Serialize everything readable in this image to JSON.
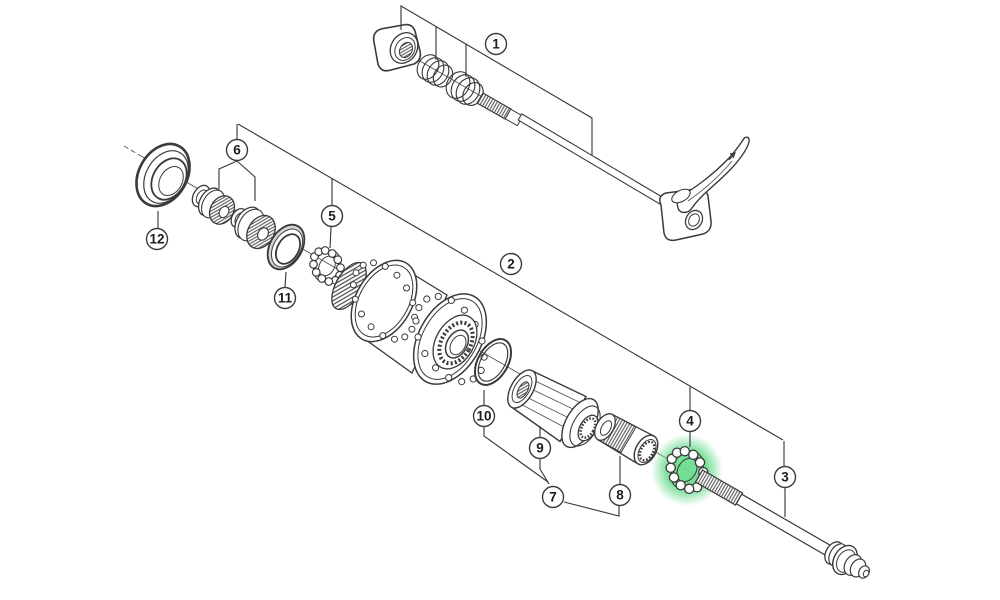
{
  "diagram": {
    "background_color": "#ffffff",
    "line_color": "#3a3a3a",
    "highlight_color": "#6edc90",
    "callouts": [
      {
        "label": "1"
      },
      {
        "label": "2"
      },
      {
        "label": "3"
      },
      {
        "label": "4"
      },
      {
        "label": "5"
      },
      {
        "label": "6"
      },
      {
        "label": "7"
      },
      {
        "label": "8"
      },
      {
        "label": "9"
      },
      {
        "label": "10"
      },
      {
        "label": "11"
      },
      {
        "label": "12"
      }
    ]
  }
}
